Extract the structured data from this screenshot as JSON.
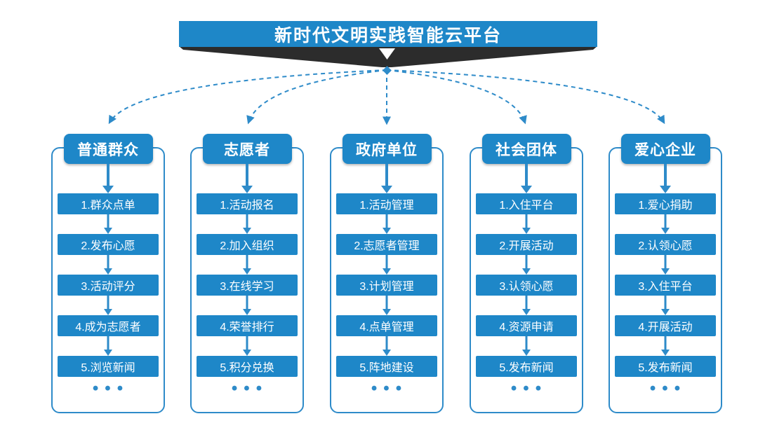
{
  "banner": {
    "title": "新时代文明实践智能云平台"
  },
  "symbols": {
    "ellipsis": "•••",
    "down_arrow": "▼"
  },
  "colors": {
    "primary_blue": "#1e87c8",
    "line_blue": "#2e8bc9",
    "ribbon_dark": "#2c2c2c",
    "background": "#ffffff"
  },
  "columns": [
    {
      "header": "普通群众",
      "items": [
        "1.群众点单",
        "2.发布心愿",
        "3.活动评分",
        "4.成为志愿者",
        "5.浏览新闻"
      ]
    },
    {
      "header": "志愿者",
      "items": [
        "1.活动报名",
        "2.加入组织",
        "3.在线学习",
        "4.荣誉排行",
        "5.积分兑换"
      ]
    },
    {
      "header": "政府单位",
      "items": [
        "1.活动管理",
        "2.志愿者管理",
        "3.计划管理",
        "4.点单管理",
        "5.阵地建设"
      ]
    },
    {
      "header": "社会团体",
      "items": [
        "1.入住平台",
        "2.开展活动",
        "3.认领心愿",
        "4.资源申请",
        "5.发布新闻"
      ]
    },
    {
      "header": "爱心企业",
      "items": [
        "1.爱心捐助",
        "2.认领心愿",
        "3.入住平台",
        "4.开展活动",
        "5.发布新闻"
      ]
    }
  ]
}
